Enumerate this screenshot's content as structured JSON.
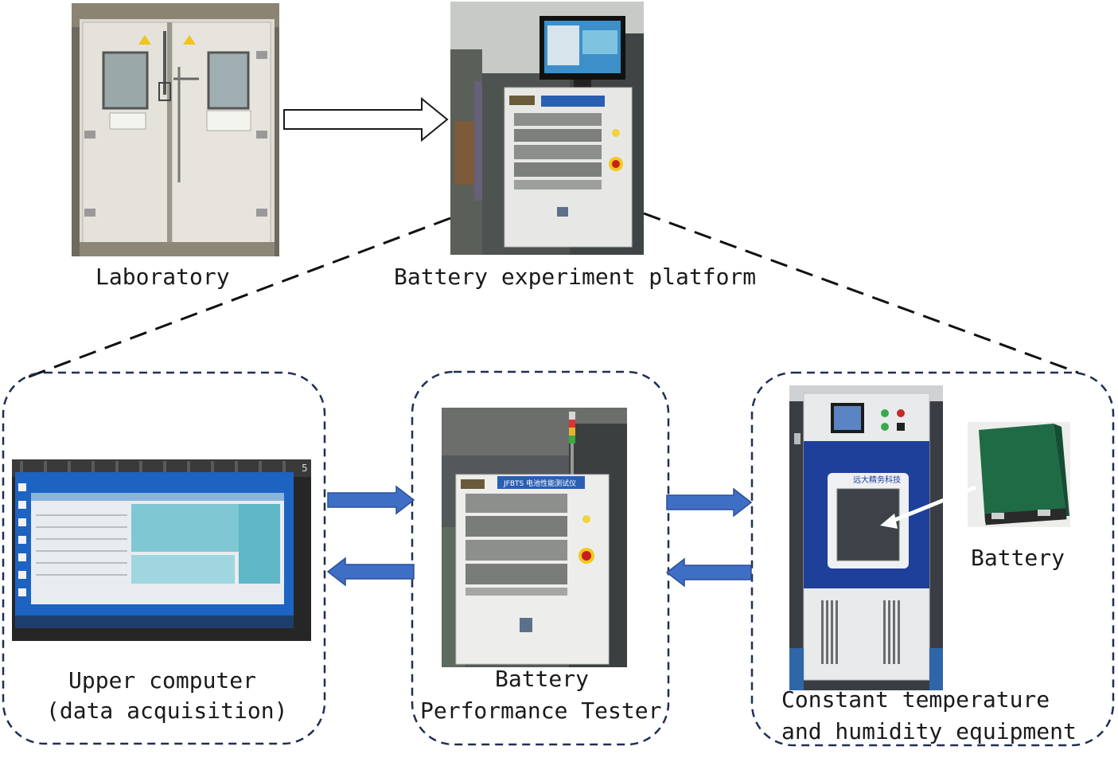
{
  "top": {
    "laboratory_label": "Laboratory",
    "platform_label": "Battery experiment platform"
  },
  "bottom": {
    "upper_computer_label_line1": "Upper computer",
    "upper_computer_label_line2": "(data acquisition)",
    "tester_label_line1": "Battery",
    "tester_label_line2": "Performance Tester",
    "chamber_label_line1": "Constant temperature",
    "chamber_label_line2": "and humidity equipment",
    "battery_label": "Battery"
  },
  "device_text": {
    "tester_brand": "JFBTS 电池性能测试仪",
    "chamber_brand": "远大精务科技",
    "screen_number": "5"
  },
  "colors": {
    "dashed_frame": "#1f2f55",
    "arrow_fill": "#3f6fc4",
    "arrow_outline": "#2c4f9a",
    "chamber_blue": "#1e3f9a",
    "battery_green": "#1f6b46"
  }
}
